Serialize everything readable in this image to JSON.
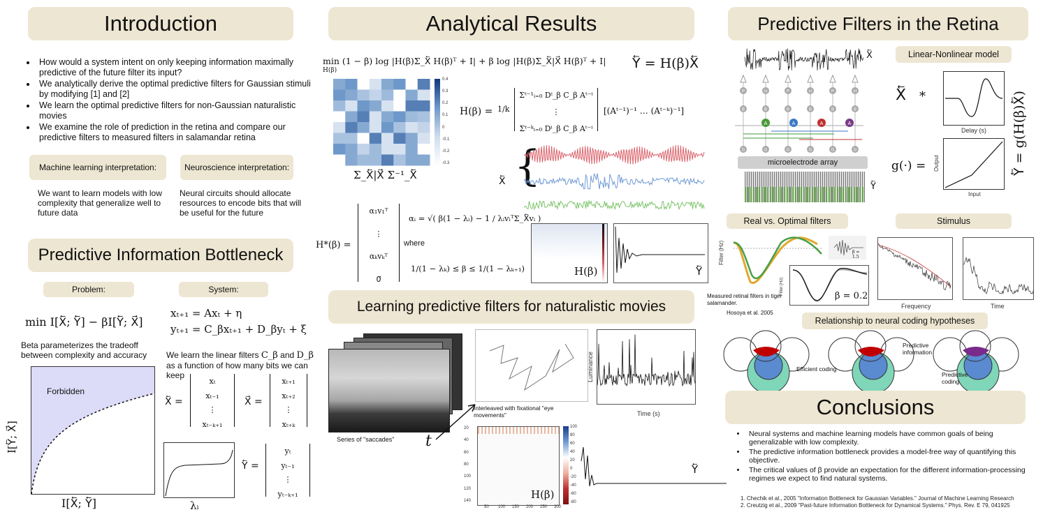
{
  "left": {
    "intro_title": "Introduction",
    "intro_bullets": [
      "How would a system intent on only keeping information maximally predictive of the future filter its input?",
      "We analytically derive the optimal predictive filters for Gaussian stimuli by modifying [1] and [2]",
      "We learn the optimal predictive filters for non-Gaussian naturalistic movies",
      "We examine the role of prediction in the retina and compare our predictive filters to measured filters in salamandar retina"
    ],
    "ml_label": "Machine learning interpretation:",
    "ml_text": "We want to learn models with low complexity that generalize well to future data",
    "neuro_label": "Neuroscience interpretation:",
    "neuro_text": "Neural circuits should allocate resources to encode bits that will be useful for the future",
    "pib_title": "Predictive Information Bottleneck",
    "problem_label": "Problem:",
    "system_label": "System:",
    "problem_eq": "min I[X⃖; Y⃖] − βI[Y⃖; X⃗]",
    "sys_eq1": "xₜ₊₁ = Axₜ + η",
    "sys_eq2": "yₜ₊₁ = C_βxₜ₊₁ + D_βyₜ + ξ",
    "beta_text": "Beta parameterizes the tradeoff between complexity and accuracy",
    "learn_text_a": "We learn the linear filters",
    "learn_text_b": "and",
    "learn_text_c": "as a function of how many bits we can keep",
    "c_beta": "C_β",
    "d_beta": "D_β",
    "forbidden": "Forbidden",
    "plot_xlabel": "I[X⃖; Y⃖]",
    "plot_ylabel": "I[Y⃖; X⃗]",
    "lambda_label": "λᵢ",
    "xpast_lhs": "X⃖ =",
    "xfut_lhs": "X⃗ =",
    "ypast_lhs": "Y⃖ =",
    "xpast_vec": [
      "xₜ",
      "xₜ₋₁",
      "⋮",
      "xₜ₋ₖ₊₁"
    ],
    "xfut_vec": [
      "xₜ₊₁",
      "xₜ₊₂",
      "⋮",
      "xₜ₊ₖ"
    ],
    "ypast_vec": [
      "yₜ",
      "yₜ₋₁",
      "⋮",
      "yₜ₋ₖ₊₁"
    ]
  },
  "middle": {
    "analytic_title": "Analytical Results",
    "main_eq": "min (1 − β) log |H(β)Σ_X⃖ H(β)ᵀ + I| + β log |H(β)Σ_X⃖|X⃗ H(β)ᵀ + I|",
    "main_eq_sub": "H(β)",
    "y_eq": "Y⃖ = H(β)X⃖",
    "h_eq_lhs": "H(β) =",
    "h_eq_frac": "1/k",
    "h_eq_rows": [
      "Σᵗ⁻¹ᵢ₌₀ Dⁱ_β C_β Aᵗ⁻ⁱ",
      "⋮",
      "Σᵗ⁻ᵏᵢ₌₀ Dⁱ_β C_β Aᵗ⁻ⁱ"
    ],
    "h_eq_rhs": "[(Aᵗ⁻¹)⁻¹ … (Aᵗ⁻ᵏ)⁻¹]",
    "sigma_label": "Σ_X⃖|X⃗ Σ⁻¹_X⃖",
    "x_arrow": "X⃖",
    "colorbar_ticks": [
      "0.4",
      "0.3",
      "0.2",
      "0.1",
      "0",
      "-0.1",
      "-0.2",
      "-0.3"
    ],
    "hstar_lhs": "H*(β) =",
    "hstar_rows": [
      "α₁v₁ᵀ",
      "⋮",
      "αₖvₖᵀ",
      "0⃗"
    ],
    "alpha_eq": "αᵢ = √( β(1 − λᵢ) − 1 / λᵢvᵢᵀΣ_X⃖vᵢ )",
    "where": "where",
    "beta_bound": "1/(1 − λₖ) ≤ β ≤ 1/(1 − λₖ₊₁)",
    "h_beta": "H(β)",
    "y_arrow": "Y⃖",
    "movies_title": "Learning predictive filters for naturalistic movies",
    "saccades": "Series of \"saccades\"",
    "interleaved": "Interleaved with fixational \"eye movements\"",
    "t_label": "t",
    "luminance": "Luminance",
    "time_s": "Time (s)",
    "hmap_yticks": [
      "20",
      "40",
      "60",
      "80",
      "100",
      "120",
      "140"
    ],
    "hmap_xticks": [
      "50",
      "100",
      "150",
      "200",
      "250",
      "300"
    ],
    "hmap_cticks": [
      "100",
      "80",
      "60",
      "40",
      "20",
      "0",
      "-20",
      "-40",
      "-60",
      "-80"
    ]
  },
  "right": {
    "retina_title": "Predictive Filters in the Retina",
    "ln_label": "Linear-Nonlinear model",
    "microelectrode": "microelectrode array",
    "star": "*",
    "g_eq": "g(·) =",
    "ln_out": "Y⃖ = g(H(β)X⃖)",
    "delay": "Delay (s)",
    "output": "Output",
    "input": "Input",
    "real_label": "Real vs. Optimal filters",
    "stim_label": "Stimulus",
    "beta_15": "β = 1.5",
    "beta_02": "β = 0.2",
    "filter_hz": "Filter (Hz)",
    "measured": "Measured retinal filters in tiger salamander.",
    "hosoya": "Hosoya et al. 2005",
    "frequency": "Frequency",
    "time": "Time",
    "rel_label": "Relationship to neural coding hypotheses",
    "efficient": "Efficient coding",
    "predictive_info": "Predictive information",
    "predictive_coding": "Predictive coding",
    "conclusions_title": "Conclusions",
    "conclusions": [
      "Neural systems and machine learning models have common goals of being generalizable with low complexity.",
      "The predictive information bottleneck provides a model-free way of quantifying this objective.",
      "The critical values of β provide an expectation for the different information-processing regimes we expect to find natural systems."
    ],
    "ref1": "1. Chechik et al., 2005 \"Information Bottleneck for Gaussian Variables.\" Journal of Machine Learning Research",
    "ref2": "2. Creutzig et al., 2009 \"Past-future Information Bottleneck for Dynamical Systems.\" Phys. Rev. E 79, 041925"
  },
  "colors": {
    "header_bg": "#ede6d2",
    "forbidden_fill": "#dcdcf8",
    "red_trace": "#d9626b",
    "blue_trace": "#6f9ad4",
    "green_trace": "#7dc36b",
    "matrix_blue": "#6e98c9"
  }
}
